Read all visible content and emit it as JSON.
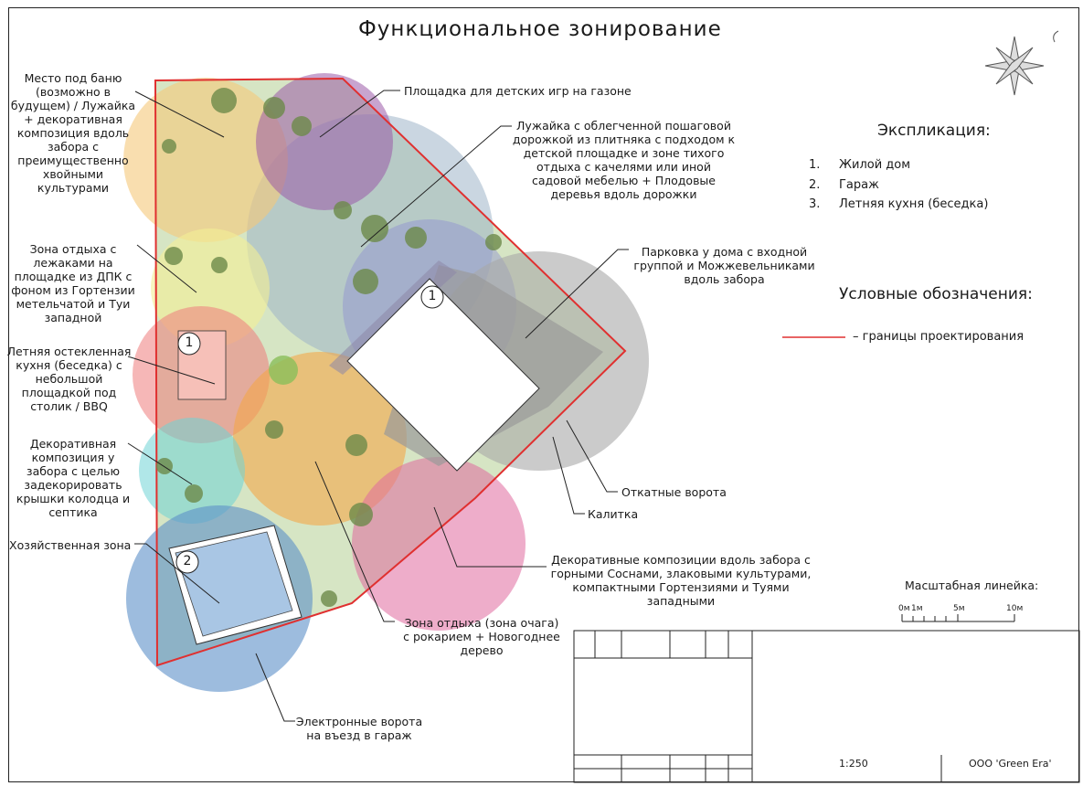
{
  "title": "Функциональное зонирование",
  "explication": {
    "heading": "Экспликация:",
    "items": [
      {
        "num": "1.",
        "text": "Жилой дом"
      },
      {
        "num": "2.",
        "text": "Гараж"
      },
      {
        "num": "3.",
        "text": "Летняя кухня (беседка)"
      }
    ]
  },
  "legend": {
    "heading": "Условные обозначения:",
    "boundary_text": "– границы проектирования",
    "boundary_color": "#e03030"
  },
  "callouts": {
    "bathhouse": "Место под баню\n(возможно в\nбудущем) / Лужайка\n+ декоративная\nкомпозиция вдоль\nзабора с\nпреимущественно\nхвойными\nкультурами",
    "playground": "Площадка для детских игр на газоне",
    "lawn": "Лужайка с облегченной пошаговой\nдорожкой из плитняка с подходом к\nдетской площадке и зоне тихого\nотдыха с качелями или иной\nсадовой мебелью + Плодовые\nдеревья вдоль дорожки",
    "deck": "Зона отдыха с\nлежаками на\nплощадке из ДПК с\nфоном из Гортензии\nметельчатой и Туи\nзападной",
    "parking": "Парковка у дома с входной\nгруппой и Можжевельниками\nвдоль забора",
    "kitchen": "Летняя остекленная\nкухня (беседка) с\nнебольшой\nплощадкой под\nстолик / BBQ",
    "decor_well": "Декоративная\nкомпозиция у\nзабора с целью\nзадекорировать\nкрышки колодца и\nсептика",
    "utility": "Хозяйственная зона",
    "sliding_gate": "Откатные ворота",
    "wicket": "Калитка",
    "decor_fence": "Декоративные композиции вдоль забора с\nгорными Соснами, злаковыми культурами,\nкомпактными Гортензиями и Туями западными",
    "fire_zone": "Зона отдыха (зона очага)\nс рокарием + Новогоднее\nдерево",
    "garage_gate": "Электронные ворота\nна въезд в гараж"
  },
  "markers": {
    "house": "1",
    "kitchen": "1",
    "garage": "2"
  },
  "scale_bar": {
    "heading": "Масштабная линейка:",
    "labels": [
      "0м",
      "1м",
      "5м",
      "10м"
    ]
  },
  "stamp": {
    "scale": "1:250",
    "company": "ООО 'Green Era'"
  },
  "zone_colors": {
    "bathhouse": "#f5c87a",
    "playground": "#9a5aa8",
    "lawn": "#9fb5c8",
    "deck": "#f3ef96",
    "kitchen": "#ef7c7c",
    "fire_zone": "#f4a64a",
    "decor_well": "#6fd3d6",
    "parking": "#a8a8a8",
    "decor_fence": "#e06a9e",
    "utility": "#5b8fc8",
    "house_zone": "#8f8fd0",
    "lawn_ground": "#c8dcb0"
  }
}
